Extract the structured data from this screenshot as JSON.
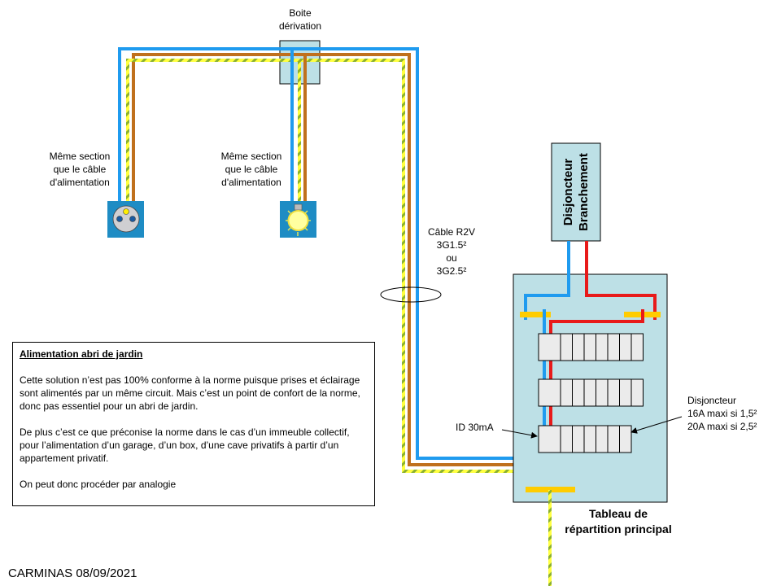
{
  "colors": {
    "neutral": "#1f9bef",
    "phase_brown": "#c0701c",
    "phase_red": "#e81a1a",
    "earth_yellow": "#ffff40",
    "earth_green": "#8ab030",
    "box_fill": "#bde0e6",
    "busbar": "#ffcc00",
    "module_fill": "#ebebeb",
    "outlet_bg": "#1e8cc4"
  },
  "labels": {
    "junction_box": [
      "Boite",
      "dérivation"
    ],
    "socket_note": [
      "Même section",
      "que le câble",
      "d'alimentation"
    ],
    "light_note": [
      "Même section",
      "que le câble",
      "d'alimentation"
    ],
    "cable": [
      "Câble R2V",
      "3G1.5²",
      "ou",
      "3G2.5²"
    ],
    "main_breaker": [
      "Disjoncteur",
      "Branchement"
    ],
    "rcd": "ID 30mA",
    "breaker_note": [
      "Disjoncteur",
      "16A maxi si 1,5²",
      "20A maxi si 2,5²"
    ],
    "panel_title": [
      "Tableau de",
      "répartition principal"
    ]
  },
  "note": {
    "title": "Alimentation abri de jardin",
    "paragraphs": [
      "Cette solution n’est pas 100% conforme à la norme puisque prises et éclairage sont alimentés par un même circuit. Mais c’est un point de confort de la norme, donc pas essentiel pour un abri de jardin.",
      "De plus c’est ce que préconise la norme dans le cas d’un immeuble collectif, pour l’alimentation d’un garage, d’un box, d’une cave privatifs à partir d’un appartement privatif.",
      "On peut donc procéder par analogie"
    ]
  },
  "devices": {
    "socket_icon": "power-socket-icon",
    "light_icon": "light-bulb-icon",
    "module_rows": [
      8,
      8,
      7
    ]
  },
  "footer": "CARMINAS 08/09/2021"
}
